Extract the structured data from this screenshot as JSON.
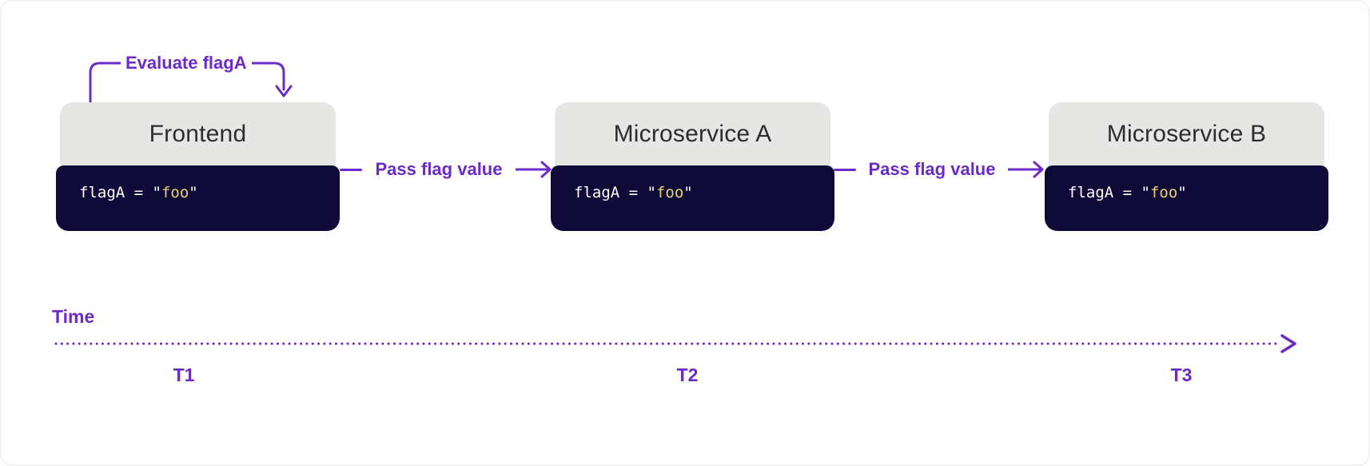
{
  "colors": {
    "purple": "#6b2bc9",
    "service_header_bg": "#e6e6e5",
    "code_bg": "#100a38",
    "code_text": "#ffffff",
    "code_string": "#e6d375",
    "service_title": "#2d2d2d"
  },
  "annotation": {
    "evaluate_label": "Evaluate flagA"
  },
  "services": [
    {
      "name": "Frontend",
      "code_prefix": "flagA = \"",
      "code_value": "foo",
      "code_suffix": "\""
    },
    {
      "name": "Microservice A",
      "code_prefix": "flagA = \"",
      "code_value": "foo",
      "code_suffix": "\""
    },
    {
      "name": "Microservice B",
      "code_prefix": "flagA = \"",
      "code_value": "foo",
      "code_suffix": "\""
    }
  ],
  "connectors": [
    {
      "label": "Pass flag value"
    },
    {
      "label": "Pass flag value"
    }
  ],
  "timeline": {
    "label": "Time",
    "ticks": [
      "T1",
      "T2",
      "T3"
    ]
  }
}
